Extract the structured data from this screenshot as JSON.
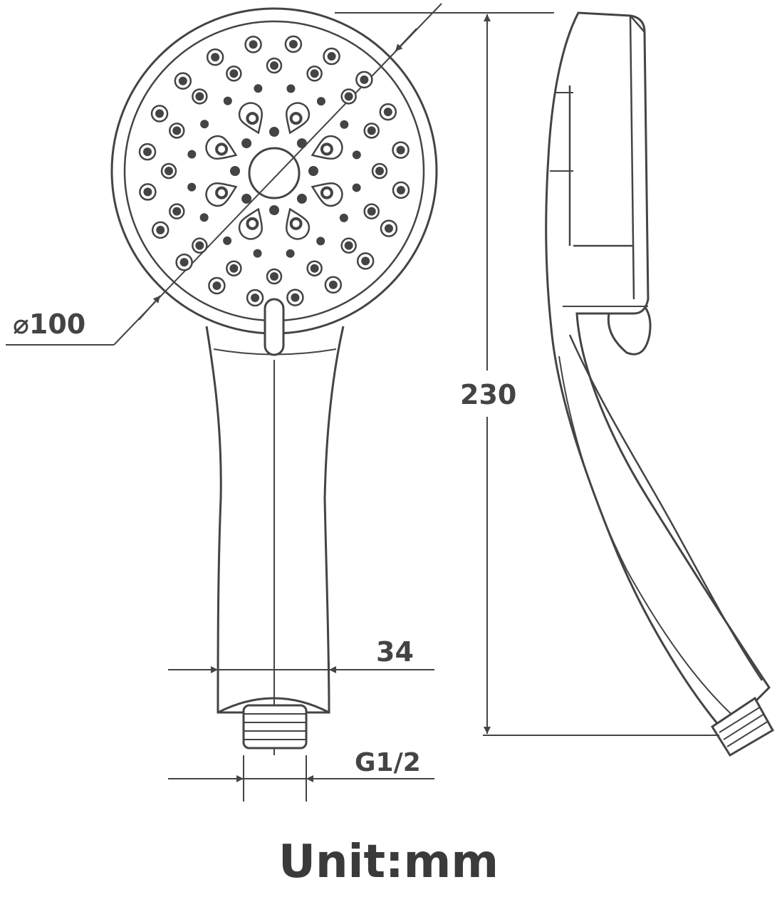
{
  "dimensions": {
    "diameter": "⌀100",
    "total_length": "230",
    "handle_width": "34",
    "thread": "G1/2"
  },
  "unit_label": "Unit:mm",
  "colors": {
    "line": "#444444",
    "background": "#ffffff"
  }
}
